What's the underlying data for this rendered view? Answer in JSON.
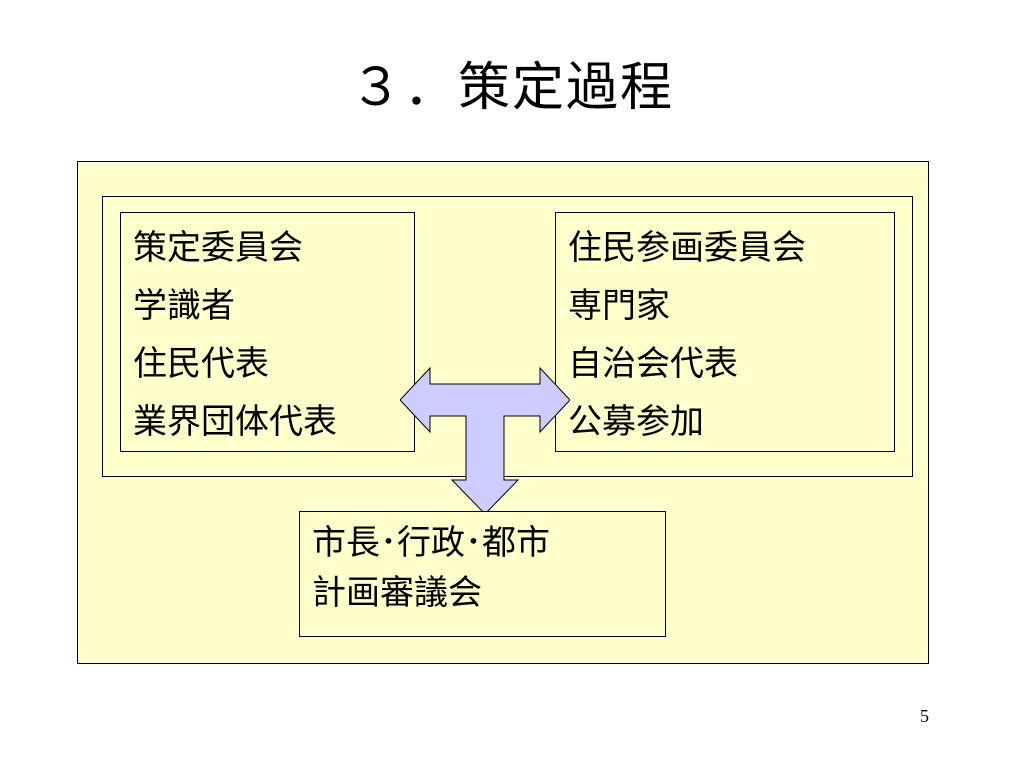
{
  "title": "３．策定過程",
  "left_box": {
    "lines": [
      "策定委員会",
      "学識者",
      "住民代表",
      "業界団体代表"
    ]
  },
  "right_box": {
    "lines": [
      "住民参画委員会",
      "専門家",
      "自治会代表",
      "公募参加"
    ]
  },
  "bottom_box": {
    "lines": [
      "市長･行政･都市",
      "計画審議会"
    ]
  },
  "colors": {
    "panel_fill": "#ffffcc",
    "arrow_fill": "#ccccff",
    "stroke": "#000000"
  },
  "page_number": "5"
}
